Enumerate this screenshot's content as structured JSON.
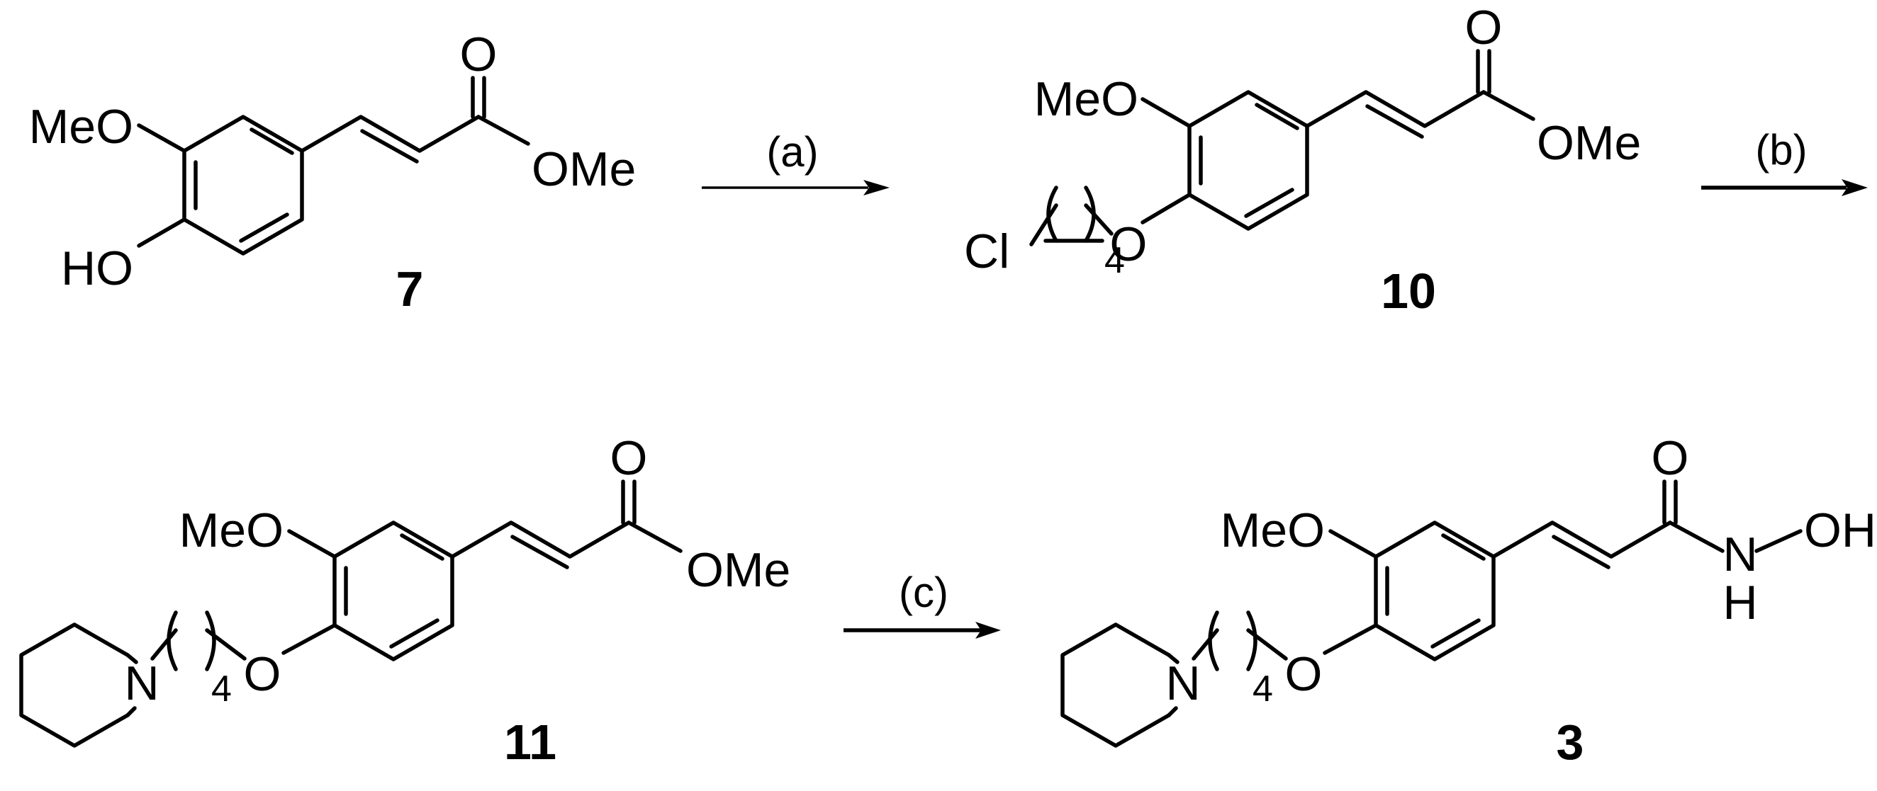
{
  "scheme": {
    "compounds": [
      {
        "id": "7",
        "atoms": {
          "methoxy": "MeO",
          "hydroxy": "HO",
          "carbonyl_o": "O",
          "ester": "OMe"
        }
      },
      {
        "id": "10",
        "atoms": {
          "methoxy": "MeO",
          "chloro": "Cl",
          "repeat": "4",
          "ether_o": "O",
          "carbonyl_o": "O",
          "ester": "OMe"
        }
      },
      {
        "id": "11",
        "atoms": {
          "methoxy": "MeO",
          "nitrogen": "N",
          "repeat": "4",
          "ether_o": "O",
          "carbonyl_o": "O",
          "ester": "OMe"
        }
      },
      {
        "id": "3",
        "atoms": {
          "methoxy": "MeO",
          "nitrogen": "N",
          "repeat": "4",
          "ether_o": "O",
          "carbonyl_o": "O",
          "amide_n": "N",
          "amide_h": "H",
          "hydroxyl": "OH"
        }
      }
    ],
    "steps": [
      {
        "label": "(a)"
      },
      {
        "label": "(b)"
      },
      {
        "label": "(c)"
      }
    ]
  }
}
